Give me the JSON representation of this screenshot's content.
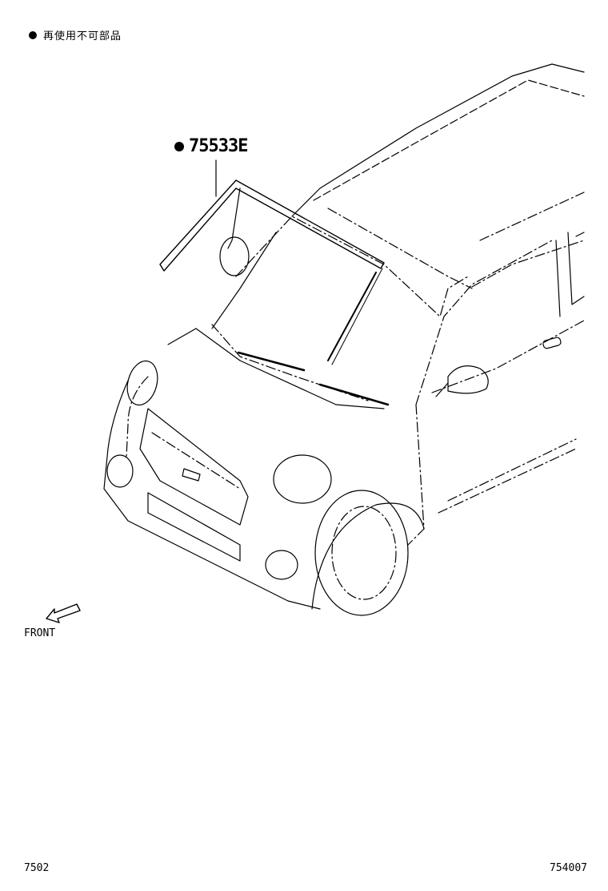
{
  "legend": {
    "text": "再使用不可部品"
  },
  "part": {
    "number": "75533E"
  },
  "front_label": "FRONT",
  "footer": {
    "left_code": "7502",
    "right_code": "754007"
  }
}
